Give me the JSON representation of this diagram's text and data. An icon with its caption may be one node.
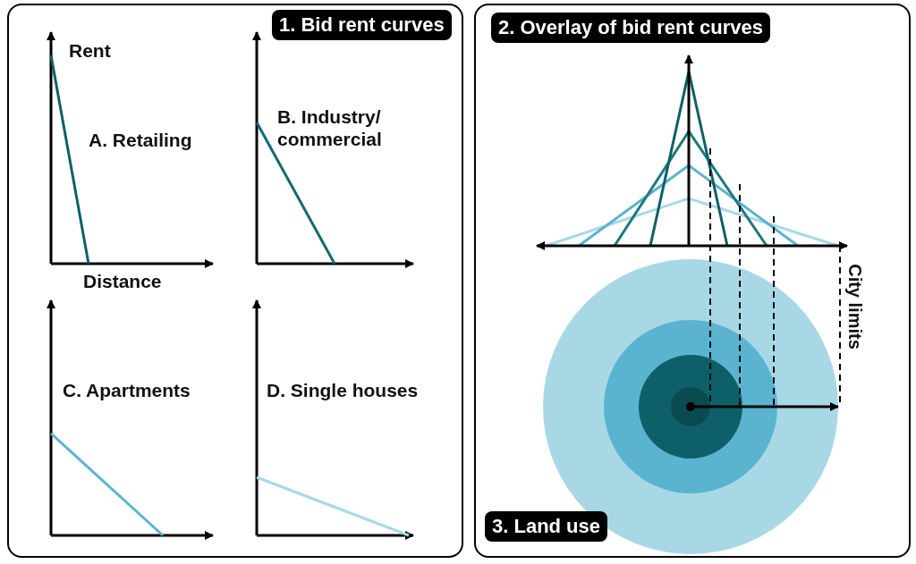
{
  "diagram": {
    "nodes": [
      {
        "text": [
          "1. Bid rent curves"
        ]
      },
      {
        "text": [
          "2. Overlay of bid rent curves",
          "3. Land use"
        ]
      }
    ],
    "labels": [
      "Rent",
      "A. Retailing",
      "Distance",
      "B. Industry/ commercial",
      "C. Apartments",
      "D. Single houses",
      "City limits"
    ]
  }
}
